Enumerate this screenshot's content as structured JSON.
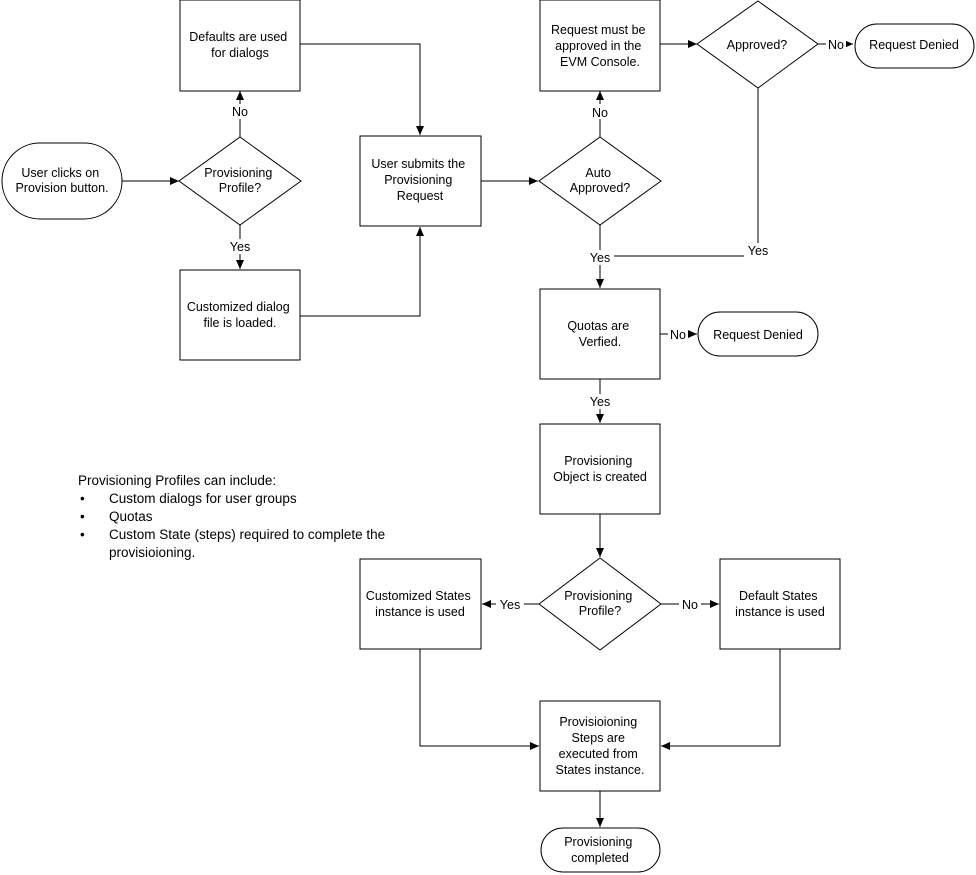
{
  "diagram": {
    "nodes": {
      "start": [
        "User clicks on",
        "Provision button."
      ],
      "profile_check_1": [
        "Provisioning",
        "Profile?"
      ],
      "defaults_dialogs": [
        "Defaults are used",
        "for dialogs"
      ],
      "custom_dialog": [
        "Customized dialog",
        "file is loaded."
      ],
      "submit_request": [
        "User submits the",
        "Provisioning",
        "Request"
      ],
      "auto_approved": [
        "Auto",
        "Approved?"
      ],
      "manual_approval": [
        "Request must be",
        "approved in the",
        "EVM Console."
      ],
      "approved": [
        "Approved?"
      ],
      "denied_1": [
        "Request Denied"
      ],
      "quotas": [
        "Quotas are",
        "Verfied."
      ],
      "denied_2": [
        "Request Denied"
      ],
      "object_created": [
        "Provisioning",
        "Object is created"
      ],
      "profile_check_2": [
        "Provisioning",
        "Profile?"
      ],
      "custom_states": [
        "Customized States",
        "instance is used"
      ],
      "default_states": [
        "Default States",
        "instance is used"
      ],
      "steps_executed": [
        "Provisioioning",
        "Steps are",
        "executed from",
        "States instance."
      ],
      "end": [
        "Provisioning",
        "completed"
      ]
    },
    "edge_labels": {
      "profile1_no": "No",
      "profile1_yes": "Yes",
      "auto_no": "No",
      "auto_yes": "Yes",
      "approved_no": "No",
      "approved_yes": "Yes",
      "quotas_no": "No",
      "quotas_yes": "Yes",
      "profile2_yes": "Yes",
      "profile2_no": "No"
    }
  },
  "notes": {
    "heading": "Provisioning Profiles can include:",
    "items": [
      "Custom dialogs for user groups",
      "Quotas",
      "Custom State (steps) required to complete the provisioioning."
    ]
  }
}
